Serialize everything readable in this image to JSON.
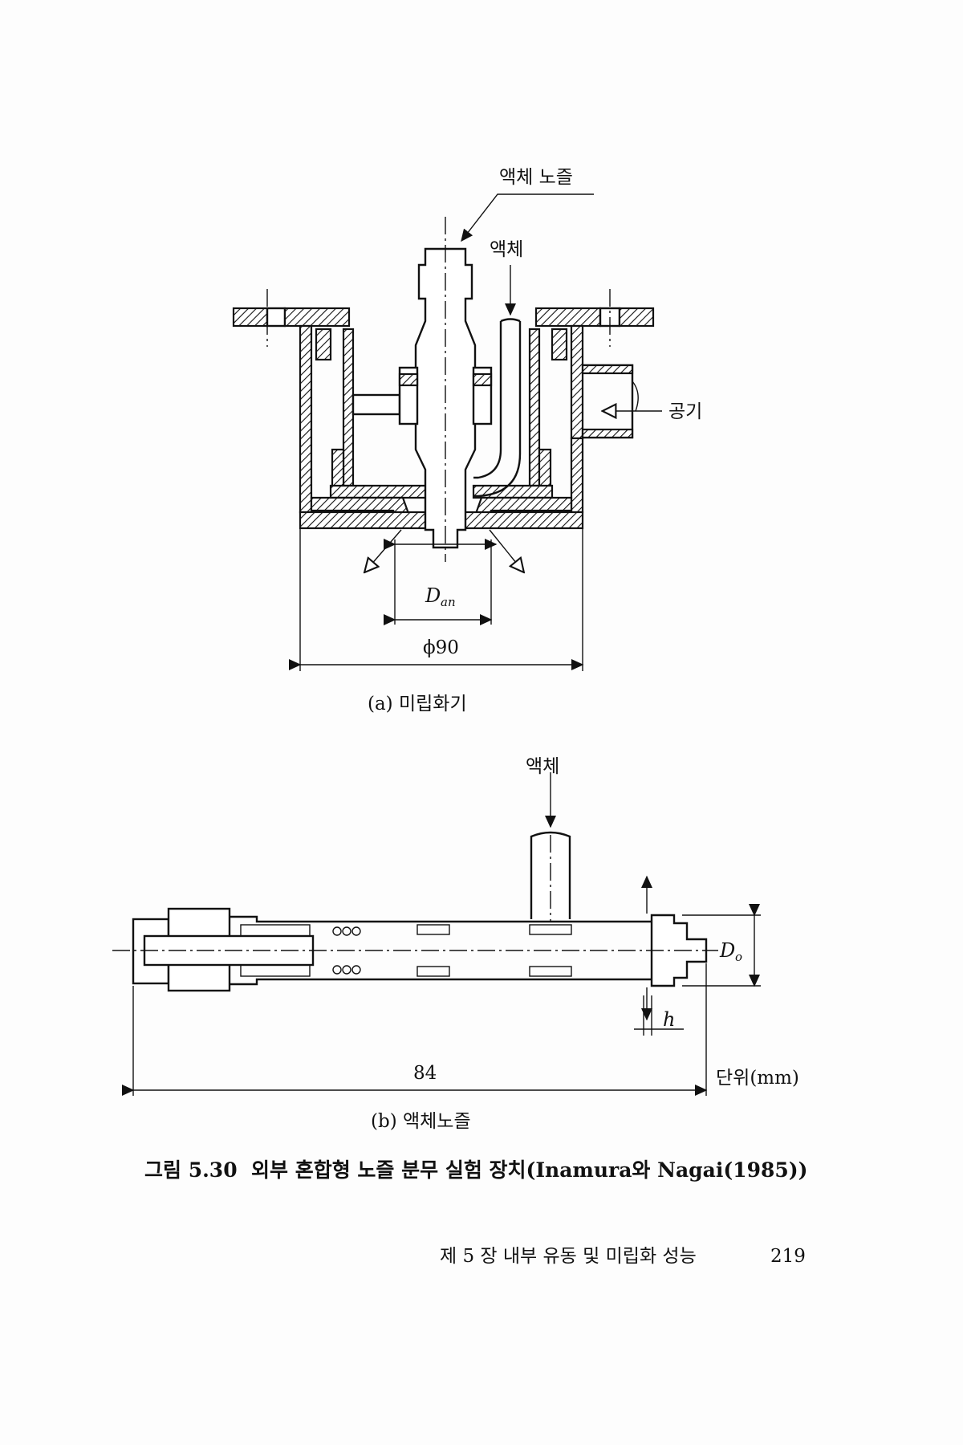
{
  "figure_a": {
    "label_liquid_nozzle": "액체 노즐",
    "label_liquid": "액체",
    "label_air": "공기",
    "dim_annular": "D",
    "dim_annular_sub": "an",
    "dim_outer": "ϕ90",
    "caption": "(a) 미립화기"
  },
  "figure_b": {
    "label_liquid": "액체",
    "dim_outlet": "D",
    "dim_outlet_sub": "o",
    "dim_gap": "h",
    "dim_length": "84",
    "unit": "단위(mm)",
    "caption": "(b) 액체노즐"
  },
  "figure_caption": "그림 5.30  외부 혼합형 노즐 분무 실험 장치(Inamura와 Nagai(1985))",
  "footer": {
    "running_head": "제 5 장 내부 유동 및 미립화 성능",
    "page_number": "219"
  }
}
